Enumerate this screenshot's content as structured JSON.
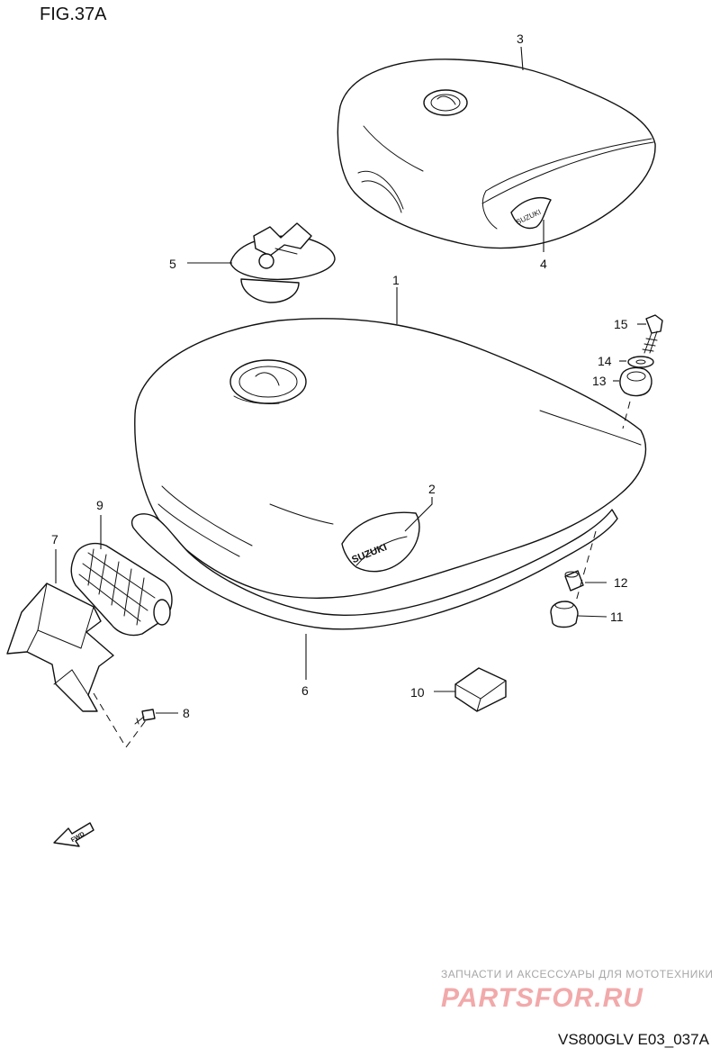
{
  "figure": {
    "title": "FIG.37A",
    "model_code": "VS800GLV E03_037A"
  },
  "callouts": {
    "c1": "1",
    "c2": "2",
    "c3": "3",
    "c4": "4",
    "c5": "5",
    "c6": "6",
    "c7": "7",
    "c8": "8",
    "c9": "9",
    "c10": "10",
    "c11": "11",
    "c12": "12",
    "c13": "13",
    "c14": "14",
    "c15": "15"
  },
  "emblem_text": "SUZUKI",
  "fwd_arrow_text": "FWD",
  "watermark": {
    "tagline": "ЗАПЧАСТИ И АКСЕССУАРЫ ДЛЯ МОТОТЕХНИКИ",
    "brand": "PARTSFOR.RU"
  }
}
